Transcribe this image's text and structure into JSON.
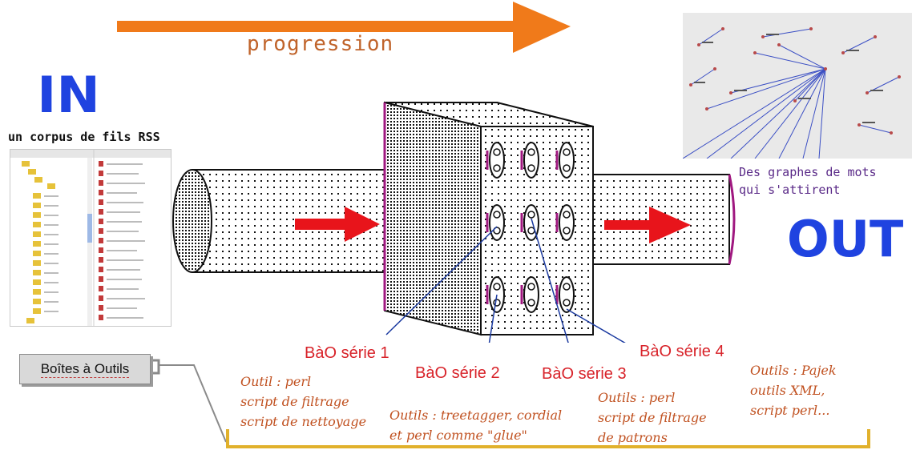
{
  "progression": {
    "label": "progression",
    "arrow_color": "#f07a1a"
  },
  "in_block": {
    "title": "IN",
    "subtitle": "un corpus de fils RSS",
    "title_color": "#1f43e0"
  },
  "out_block": {
    "title": "OUT",
    "caption_line1": "Des graphes de mots",
    "caption_line2": "qui s'attirent"
  },
  "boites_button": {
    "label": "Boîtes à Outils"
  },
  "bao_labels": {
    "serie1": "BàO série 1",
    "serie2": "BàO série 2",
    "serie3": "BàO série 3",
    "serie4": "BàO série 4"
  },
  "tool_descriptions": {
    "serie1": [
      "Outil : perl",
      "script de filtrage",
      "script de nettoyage"
    ],
    "serie2": [
      "Outils : treetagger, cordial",
      "et perl comme \"glue\""
    ],
    "serie3": [
      "Outils : perl",
      "script de filtrage",
      "de patrons"
    ],
    "serie4": [
      "Outils : Pajek",
      "outils XML,",
      "script perl..."
    ]
  },
  "colors": {
    "accent_orange": "#f07a1a",
    "flow_arrow": "#e8141b",
    "label_red": "#d8232a",
    "tool_text": "#c0501f",
    "bracket": "#e1b12c",
    "pointer_line": "#1b3aa0",
    "caption_purple": "#5a2a88"
  },
  "icons": {
    "folder": "folder-icon",
    "document": "document-icon",
    "flow_arrow": "right-arrow-icon"
  }
}
